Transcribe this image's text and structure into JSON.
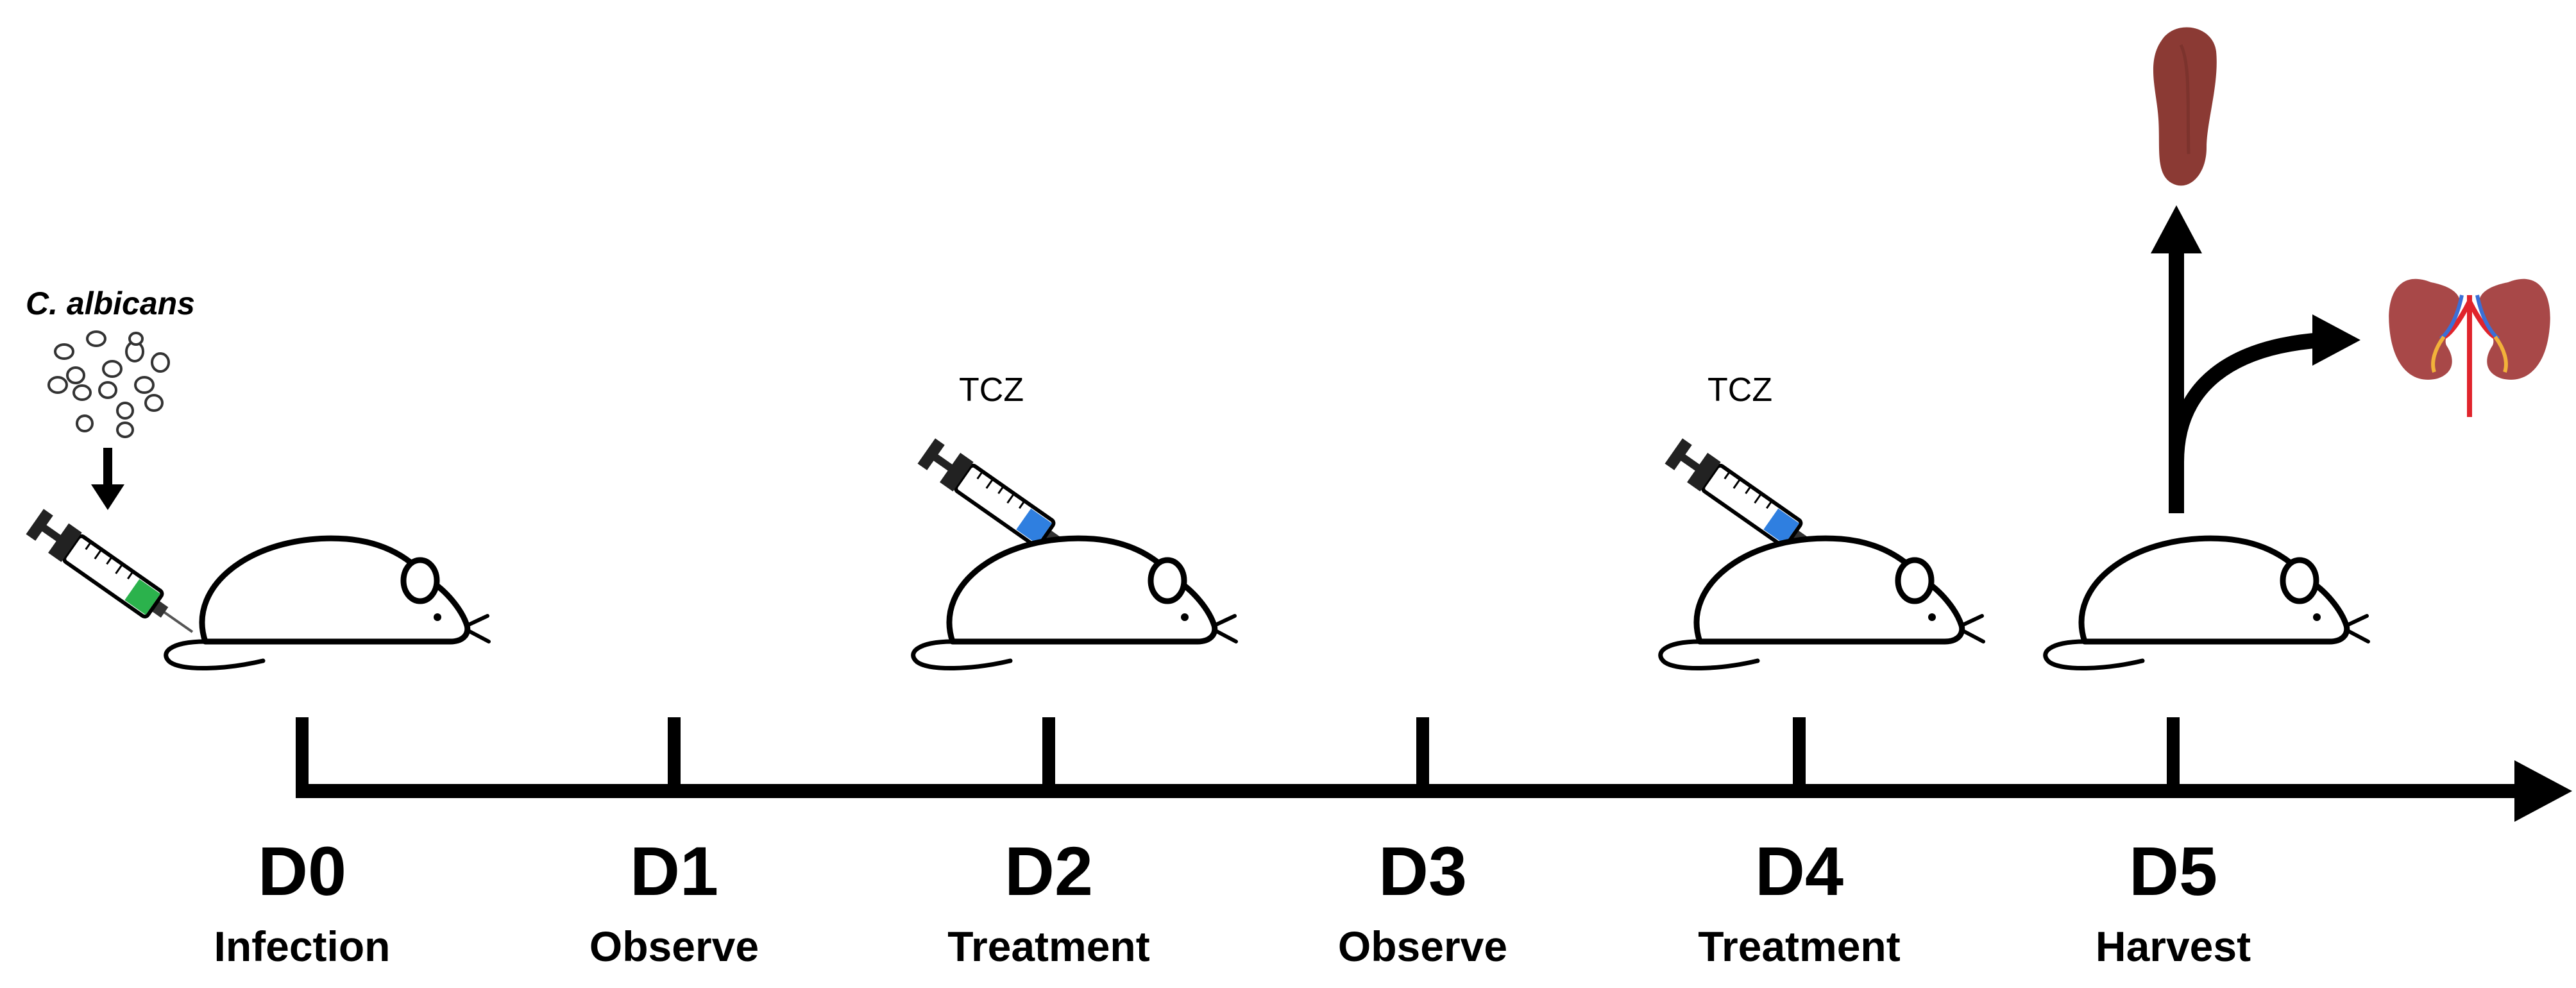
{
  "pathogen_label": "C. albicans",
  "drug_label": "TCZ",
  "timeline": [
    {
      "day": "D0",
      "label": "Infection"
    },
    {
      "day": "D1",
      "label": "Observe"
    },
    {
      "day": "D2",
      "label": "Treatment"
    },
    {
      "day": "D3",
      "label": "Observe"
    },
    {
      "day": "D4",
      "label": "Treatment"
    },
    {
      "day": "D5",
      "label": "Harvest"
    }
  ],
  "colors": {
    "infection_syringe_fill": "#2bb24c",
    "treatment_syringe_fill": "#2f7fe0",
    "organ_spleen": "#8b3a34",
    "organ_kidney": "#a84848"
  },
  "icons": {
    "animal": "mouse-icon",
    "injection": "syringe-icon",
    "organ_1": "spleen-icon",
    "organ_2": "kidney-icon"
  }
}
